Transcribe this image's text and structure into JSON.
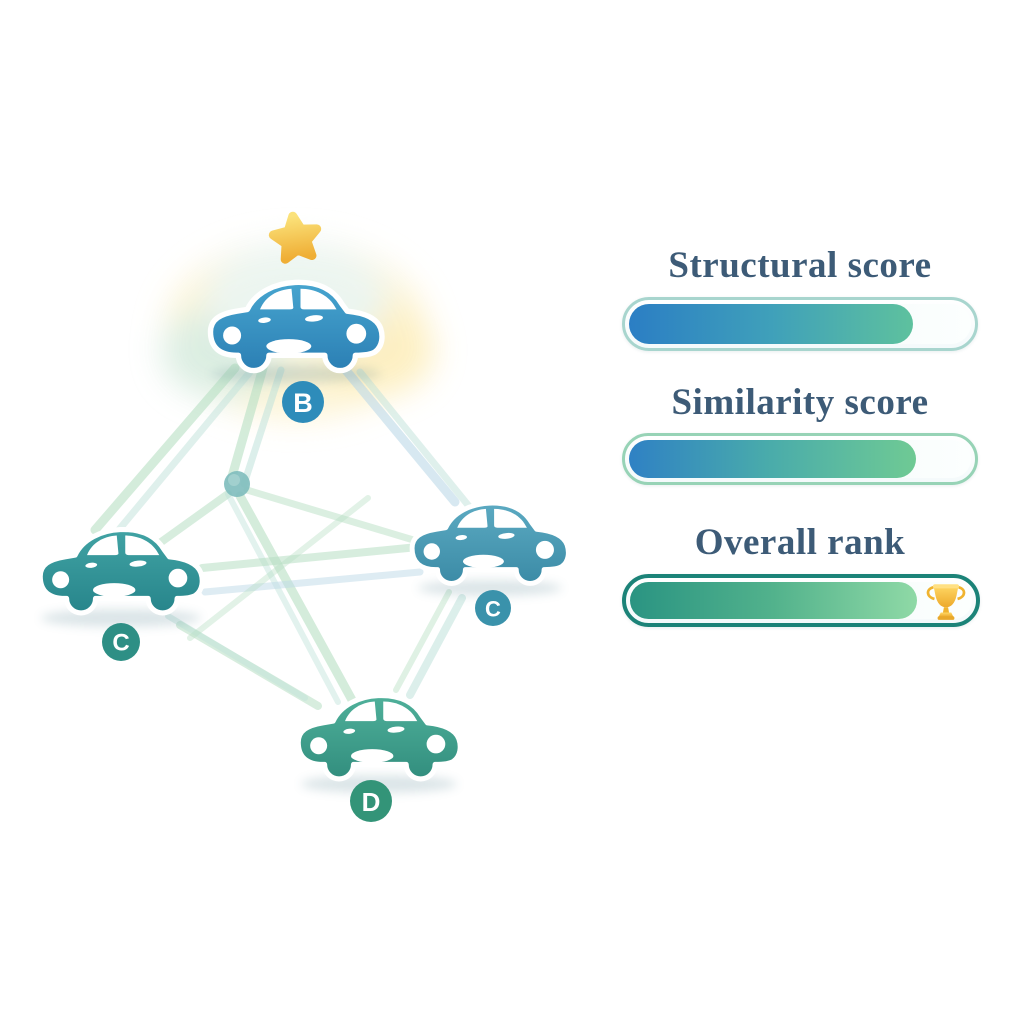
{
  "graph": {
    "nodes": [
      {
        "id": "top",
        "label": "B",
        "starred": true,
        "badge_color": "#2e8cba",
        "car_color": "#3a97c4"
      },
      {
        "id": "left",
        "label": "C",
        "starred": false,
        "badge_color": "#2e8f85",
        "car_color": "#2f9198"
      },
      {
        "id": "right",
        "label": "C",
        "starred": false,
        "badge_color": "#3a92ab",
        "car_color": "#4a9cb4"
      },
      {
        "id": "bottom",
        "label": "D",
        "starred": false,
        "badge_color": "#339478",
        "car_color": "#3fa18c"
      }
    ],
    "edges": [
      {
        "from": "top",
        "to": "left"
      },
      {
        "from": "top",
        "to": "hub"
      },
      {
        "from": "top",
        "to": "right"
      },
      {
        "from": "hub",
        "to": "left"
      },
      {
        "from": "hub",
        "to": "right"
      },
      {
        "from": "hub",
        "to": "bottom"
      },
      {
        "from": "left",
        "to": "right"
      },
      {
        "from": "left",
        "to": "bottom"
      },
      {
        "from": "right",
        "to": "bottom"
      }
    ],
    "junction": {
      "id": "hub",
      "color": "#7ebcbd"
    }
  },
  "panel": {
    "title_color": "#3d5b77",
    "metrics": [
      {
        "label": "Structural score",
        "value_percent": 83,
        "border_color": "#a8d5ce",
        "fill_gradient": [
          "#2b7ec4",
          "#3fa0ba",
          "#5ec19e"
        ],
        "trophy": false
      },
      {
        "label": "Similarity score",
        "value_percent": 84,
        "border_color": "#97d3b6",
        "fill_gradient": [
          "#2f81c4",
          "#49abab",
          "#6fca94"
        ],
        "trophy": false
      },
      {
        "label": "Overall rank",
        "value_percent": 84,
        "border_color": "#1c8378",
        "fill_gradient": [
          "#2a9482",
          "#52b28c",
          "#8fd9a6"
        ],
        "trophy": true
      }
    ]
  },
  "decorations": {
    "star_icon_color": "#f2b83c",
    "trophy_icon_color": "#f0b32e",
    "edge_colors": [
      "#b7dfc3",
      "#bfe2da",
      "#bdd9e7"
    ]
  }
}
